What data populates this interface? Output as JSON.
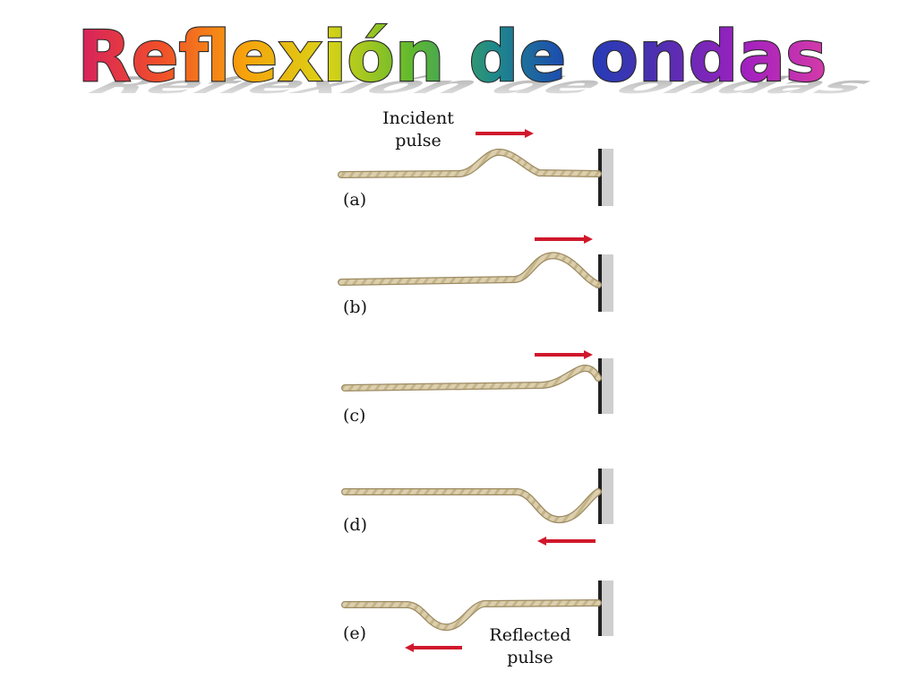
{
  "slide": {
    "title": "Reflexión de ondas",
    "title_gradient": [
      "#d6205e",
      "#f04f2a",
      "#f7a20c",
      "#d9d316",
      "#62b92e",
      "#1f8a8a",
      "#1c3fb8",
      "#4f2fb0",
      "#a020c0",
      "#d63ba8"
    ]
  },
  "figure": {
    "incident_label_line1": "Incident",
    "incident_label_line2": "pulse",
    "reflected_label_line1": "Reflected",
    "reflected_label_line2": "pulse",
    "panels": [
      {
        "label": "(a)",
        "arrow_direction": "right"
      },
      {
        "label": "(b)",
        "arrow_direction": "right"
      },
      {
        "label": "(c)",
        "arrow_direction": "right"
      },
      {
        "label": "(d)",
        "arrow_direction": "left"
      },
      {
        "label": "(e)",
        "arrow_direction": "left"
      }
    ],
    "colors": {
      "rope": "#d8c9a4",
      "rope_edge": "#9c8a62",
      "arrow": "#d0182c",
      "wall": "#222222",
      "wall_shadow": "#bbbbbb"
    }
  }
}
